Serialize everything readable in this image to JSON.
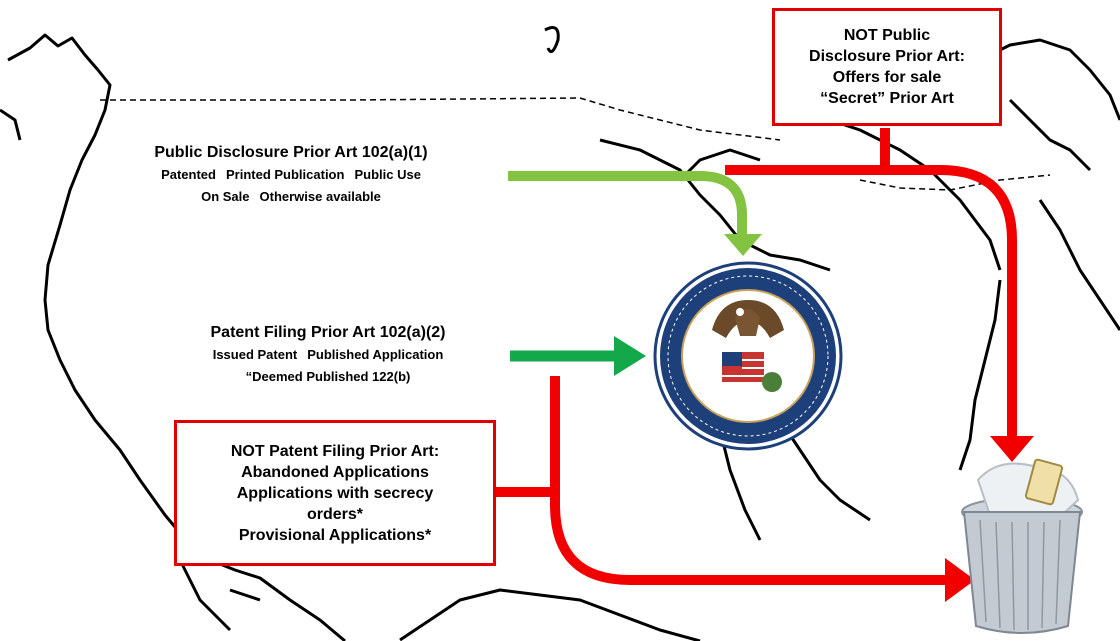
{
  "public_disclosure": {
    "title": "Public Disclosure Prior Art 102(a)(1)",
    "line1": [
      "Patented",
      "Printed Publication",
      "Public Use"
    ],
    "line2": [
      "On Sale",
      "Otherwise available"
    ]
  },
  "patent_filing": {
    "title": "Patent Filing Prior Art 102(a)(2)",
    "line1": [
      "Issued Patent",
      "Published Application"
    ],
    "line2": "“Deemed Published 122(b)"
  },
  "not_public_disclosure": {
    "lines": [
      "NOT Public",
      "Disclosure Prior Art:",
      "Offers for sale",
      "“Secret” Prior Art"
    ]
  },
  "not_patent_filing": {
    "lines": [
      "NOT Patent Filing Prior Art:",
      "Abandoned Applications",
      "Applications with secrecy",
      "orders*",
      "Provisional Applications*"
    ]
  },
  "colors": {
    "light_green": "#84c341",
    "green": "#13a84a",
    "red": "#f20000",
    "seal_blue": "#1d3f7a"
  },
  "icons": [
    "map-outline",
    "uspto-seal",
    "trash-can-icon"
  ]
}
